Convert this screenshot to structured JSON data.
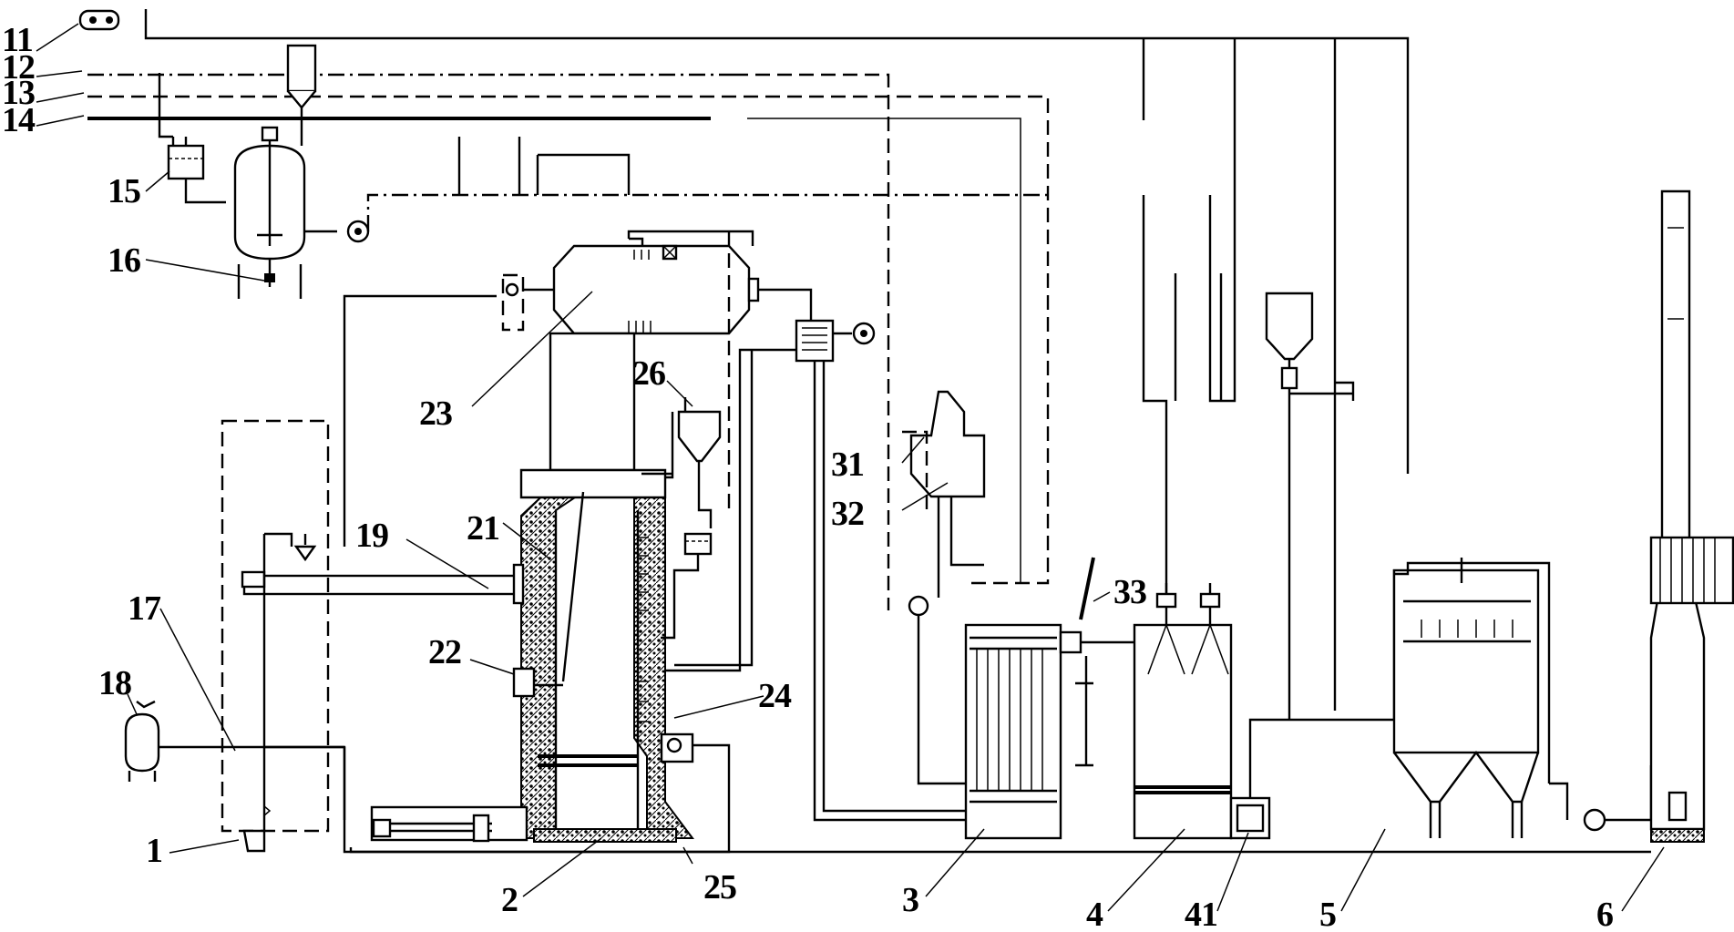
{
  "figure": {
    "labels": [
      {
        "id": "l11",
        "text": "11"
      },
      {
        "id": "l12",
        "text": "12"
      },
      {
        "id": "l13",
        "text": "13"
      },
      {
        "id": "l14",
        "text": "14"
      },
      {
        "id": "l15",
        "text": "15"
      },
      {
        "id": "l16",
        "text": "16"
      },
      {
        "id": "l17",
        "text": "17"
      },
      {
        "id": "l18",
        "text": "18"
      },
      {
        "id": "l19",
        "text": "19"
      },
      {
        "id": "l21",
        "text": "21"
      },
      {
        "id": "l22",
        "text": "22"
      },
      {
        "id": "l23",
        "text": "23"
      },
      {
        "id": "l24",
        "text": "24"
      },
      {
        "id": "l25",
        "text": "25"
      },
      {
        "id": "l26",
        "text": "26"
      },
      {
        "id": "l31",
        "text": "31"
      },
      {
        "id": "l32",
        "text": "32"
      },
      {
        "id": "l33",
        "text": "33"
      },
      {
        "id": "l1",
        "text": "1"
      },
      {
        "id": "l2",
        "text": "2"
      },
      {
        "id": "l3",
        "text": "3"
      },
      {
        "id": "l4",
        "text": "4"
      },
      {
        "id": "l41",
        "text": "41"
      },
      {
        "id": "l5",
        "text": "5"
      },
      {
        "id": "l6",
        "text": "6"
      }
    ],
    "colors": {
      "ink": "#000000",
      "paper": "#ffffff"
    }
  }
}
